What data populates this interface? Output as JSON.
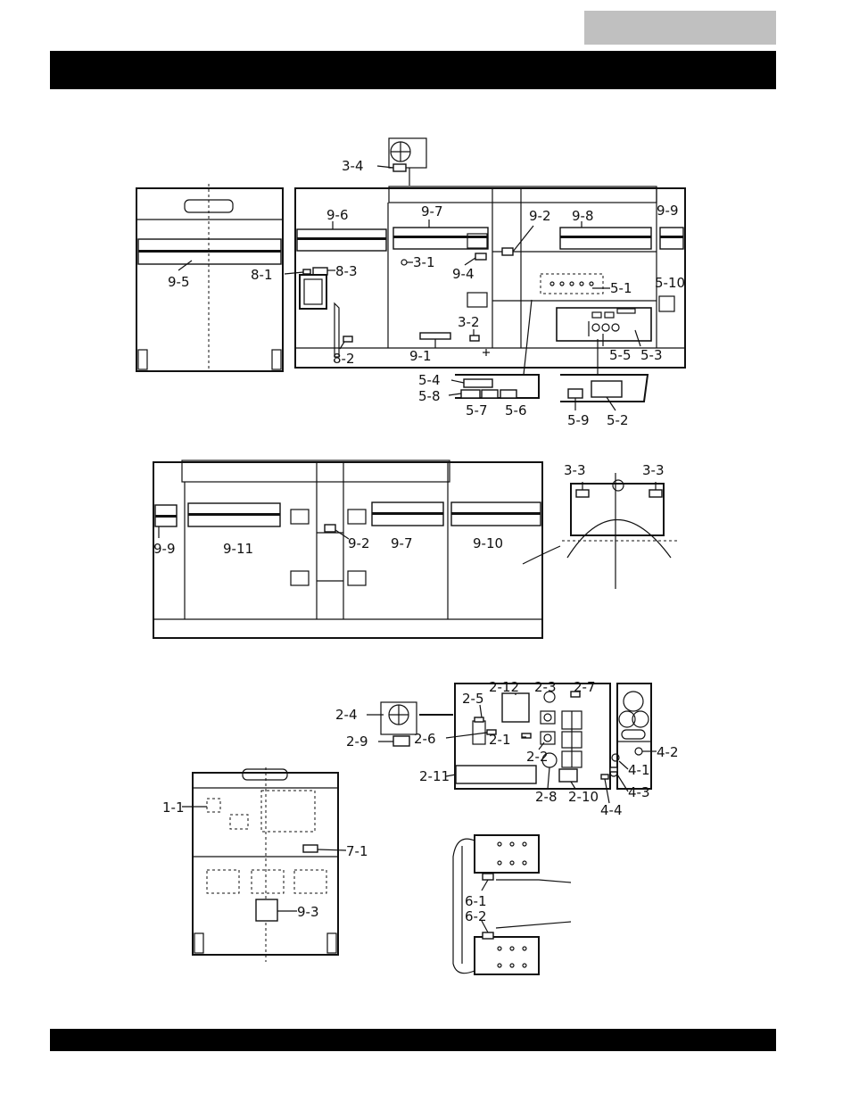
{
  "labels": {
    "front": {
      "l_9_5": "9-5"
    },
    "side": {
      "l_3_4": "3-4",
      "l_9_6": "9-6",
      "l_9_7": "9-7",
      "l_9_2": "9-2",
      "l_9_8": "9-8",
      "l_9_9": "9-9",
      "l_8_1": "8-1",
      "l_8_3": "8-3",
      "l_3_1": "3-1",
      "l_9_4": "9-4",
      "l_5_1": "5-1",
      "l_5_10": "5-10",
      "l_3_2": "3-2",
      "l_9_1": "9-1",
      "l_8_2": "8-2",
      "l_5_5": "5-5",
      "l_5_3": "5-3",
      "l_5_4": "5-4",
      "l_5_8": "5-8",
      "l_5_7": "5-7",
      "l_5_6": "5-6",
      "l_5_9": "5-9",
      "l_5_2": "5-2"
    },
    "other_side": {
      "l_9_9": "9-9",
      "l_9_11": "9-11",
      "l_9_2": "9-2",
      "l_9_7": "9-7",
      "l_9_10": "9-10",
      "l_3_3a": "3-3",
      "l_3_3b": "3-3"
    },
    "control_panel": {
      "l_2_12": "2-12",
      "l_2_3": "2-3",
      "l_2_7": "2-7",
      "l_2_4": "2-4",
      "l_2_5": "2-5",
      "l_2_9": "2-9",
      "l_2_6": "2-6",
      "l_2_1": "2-1",
      "l_2_2": "2-2",
      "l_2_11": "2-11",
      "l_2_8": "2-8",
      "l_2_10": "2-10",
      "l_4_2": "4-2",
      "l_4_1": "4-1",
      "l_4_3": "4-3",
      "l_4_4": "4-4"
    },
    "rear": {
      "l_1_1": "1-1",
      "l_7_1": "7-1",
      "l_9_3": "9-3"
    },
    "battery": {
      "l_6_1": "6-1",
      "l_6_2": "6-2"
    }
  }
}
